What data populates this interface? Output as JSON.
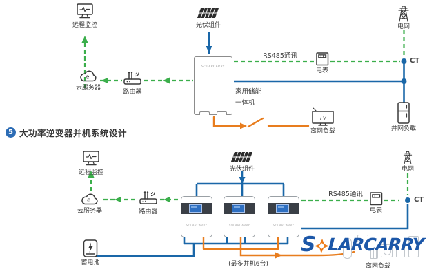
{
  "colors": {
    "green": "#3bae4b",
    "blue": "#1a67a8",
    "orange": "#e87d1e",
    "logo_blue": "#1c57a8",
    "band_dark": "#3a3f46"
  },
  "title": {
    "number": "5",
    "text": "大功率逆变器并机系统设计"
  },
  "top": {
    "remote_monitor": "远程监控",
    "cloud_server": "云服务器",
    "cloud_glyph": "e",
    "router": "路由器",
    "pv": "光伏组件",
    "inverter_brand": "SOLARCARRY",
    "inverter_name_1": "家用储能",
    "inverter_name_2": "一体机",
    "rs485": "RS485通讯",
    "meter": "电表",
    "grid": "电网",
    "ct": "CT",
    "offgrid_load": "离网负载",
    "offgrid_tv": "TV",
    "ongrid_load": "并网负载"
  },
  "bottom": {
    "remote_monitor": "远程监控",
    "cloud_server": "云服务器",
    "cloud_glyph": "e",
    "router": "路由器",
    "pv": "光伏组件",
    "battery": "蓄电池",
    "inverter_brand": "SOLARCARRY",
    "rs485": "RS485通讯",
    "meter": "电表",
    "grid": "电网",
    "ct": "CT",
    "parallel_note": "(最多并机6台)",
    "offgrid_load": "离网负载"
  },
  "logo": {
    "part1": "S",
    "part2": "LARCARRY"
  }
}
